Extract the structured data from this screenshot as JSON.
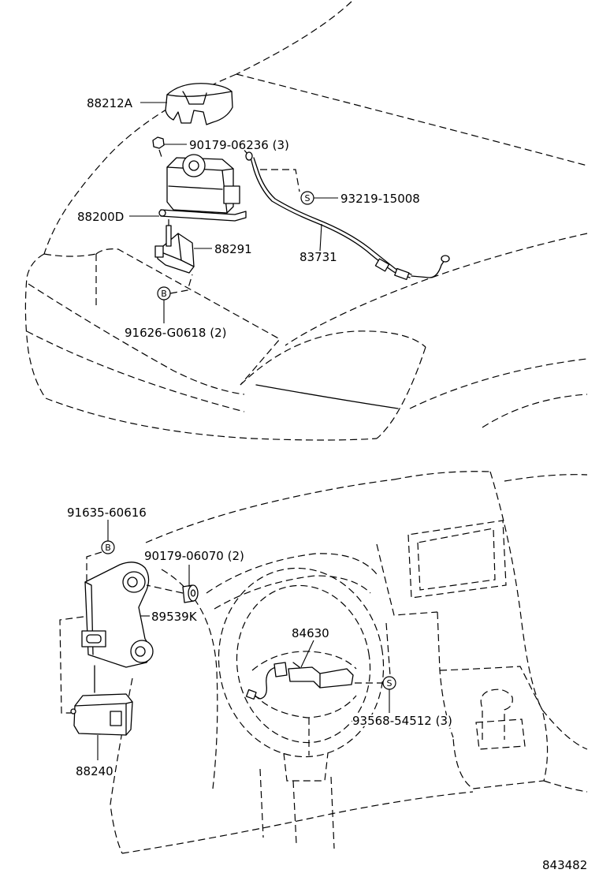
{
  "callouts": {
    "cover": "88212A",
    "nut_upper": "90179-06236 (3)",
    "clamp_upper": "93219-15008",
    "actuator": "88200D",
    "bracket_upper": "88291",
    "cable": "83731",
    "bolt_upper": "91626-G0618 (2)",
    "bolt_lower": "91635-60616",
    "collar_lower": "90179-06070 (2)",
    "bracket_lower": "89539K",
    "switch": "84630",
    "screw_lower": "93568-54512 (3)",
    "computer": "88240"
  },
  "markers": {
    "clamp_upper": "S",
    "bolt_upper": "B",
    "bolt_lower": "B",
    "screw_lower": "S"
  },
  "illustration_number": "843482",
  "colors": {
    "line": "#000000",
    "background": "#ffffff"
  }
}
